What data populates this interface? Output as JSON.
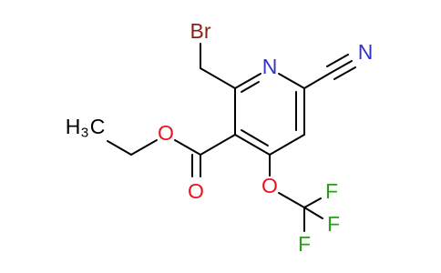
{
  "atoms": {
    "bromine": "Br",
    "ring_nitrogen": "N",
    "nitrile_nitrogen": "N",
    "ester_oxygen": "O",
    "carbonyl_oxygen": "O",
    "ether_oxygen": "O",
    "fluorine_1": "F",
    "fluorine_2": "F",
    "fluorine_3": "F",
    "methyl_h": "H",
    "methyl_sub": "3",
    "methyl_c": "C"
  },
  "colors": {
    "bond": "#000000",
    "oxygen": "#e8141f",
    "nitrogen": "#2f33cc",
    "bromine": "#8a2316",
    "fluorine": "#2a9e1b"
  }
}
